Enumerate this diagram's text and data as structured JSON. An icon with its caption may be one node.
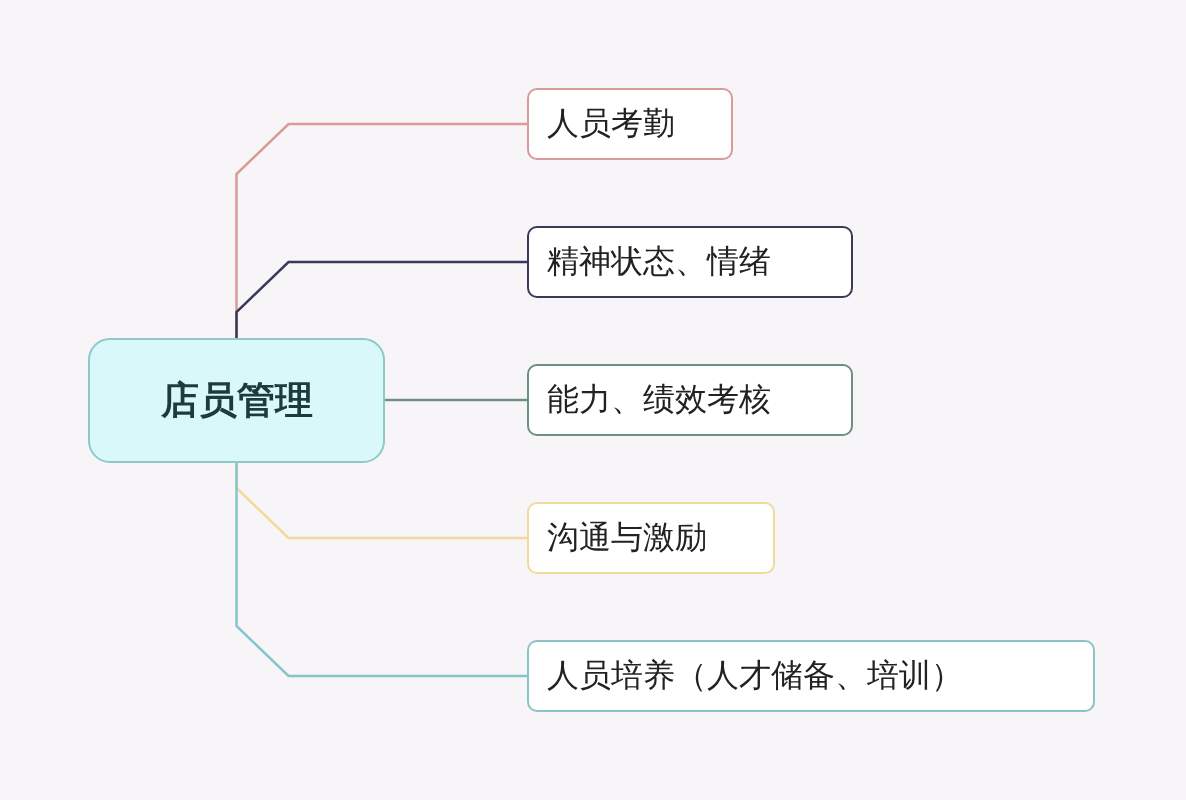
{
  "diagram": {
    "nodes": [
      {
        "text": [
          "店员管理"
        ]
      },
      {
        "text": [
          "人员考勤"
        ]
      },
      {
        "text": [
          "精神状态、情绪"
        ]
      },
      {
        "text": [
          "能力、绩效考核"
        ]
      },
      {
        "text": [
          "沟通与激励"
        ]
      },
      {
        "text": [
          "人员培养（人才储备、培训）"
        ]
      }
    ],
    "edges": [
      {
        "from": 0,
        "to": 1,
        "arrow": "none",
        "color": "#d99a9a"
      },
      {
        "from": 0,
        "to": 2,
        "arrow": "none",
        "color": "#3a3a58"
      },
      {
        "from": 0,
        "to": 3,
        "arrow": "none",
        "color": "#6f8f80"
      },
      {
        "from": 0,
        "to": 4,
        "arrow": "none",
        "color": "#eedc9c"
      },
      {
        "from": 0,
        "to": 5,
        "arrow": "none",
        "color": "#88c4c8"
      }
    ]
  }
}
